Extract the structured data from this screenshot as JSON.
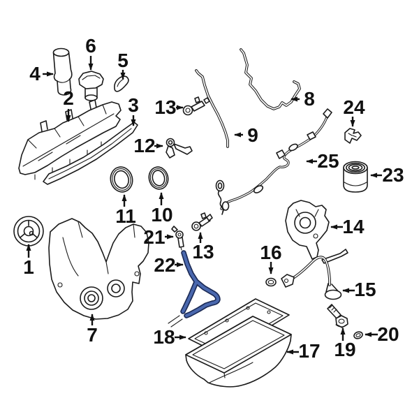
{
  "diagram": {
    "background": "#ffffff",
    "line_color": "#1a1a1a",
    "highlight_color": "#4a68ae",
    "highlight_outline": "#1b2a55",
    "selected_part": "22"
  },
  "parts": [
    {
      "label": "1",
      "name": "crankshaft-pulley"
    },
    {
      "label": "2",
      "name": "valve-cover"
    },
    {
      "label": "3",
      "name": "valve-cover-gasket"
    },
    {
      "label": "4",
      "name": "oil-filler-tube"
    },
    {
      "label": "5",
      "name": "clip"
    },
    {
      "label": "6",
      "name": "oil-filler-cap"
    },
    {
      "label": "7",
      "name": "engine-front-cover"
    },
    {
      "label": "8",
      "name": "upper-tube"
    },
    {
      "label": "9",
      "name": "dipstick-tube"
    },
    {
      "label": "10",
      "name": "seal-right"
    },
    {
      "label": "11",
      "name": "seal-left"
    },
    {
      "label": "12",
      "name": "bracket"
    },
    {
      "label": "13",
      "name": "camshaft-sensor-upper"
    },
    {
      "label": "13",
      "name": "camshaft-sensor-lower"
    },
    {
      "label": "14",
      "name": "oil-pump"
    },
    {
      "label": "15",
      "name": "oil-pickup-tube"
    },
    {
      "label": "16",
      "name": "o-ring"
    },
    {
      "label": "17",
      "name": "oil-pan"
    },
    {
      "label": "18",
      "name": "oil-pan-gasket"
    },
    {
      "label": "19",
      "name": "drain-plug"
    },
    {
      "label": "20",
      "name": "drain-plug-gasket"
    },
    {
      "label": "21",
      "name": "fastener"
    },
    {
      "label": "22",
      "name": "oil-level-indicator-tube",
      "highlighted": true
    },
    {
      "label": "23",
      "name": "oil-filter"
    },
    {
      "label": "24",
      "name": "retainer-clip"
    },
    {
      "label": "25",
      "name": "wiring-harness"
    }
  ]
}
